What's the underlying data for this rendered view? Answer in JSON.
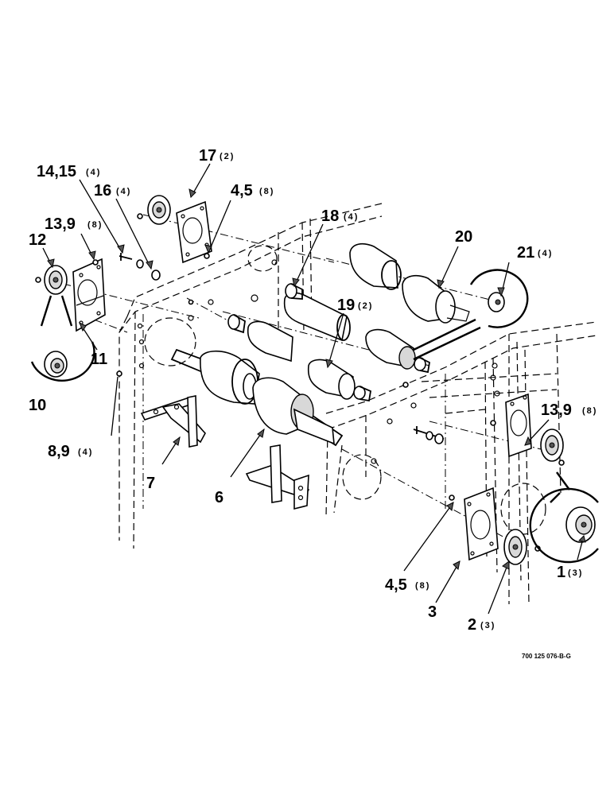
{
  "callouts": {
    "c17": {
      "number": "17",
      "qty": "(2)"
    },
    "c14_15": {
      "number": "14,15",
      "qty": "(4)"
    },
    "c16": {
      "number": "16",
      "qty": "(4)"
    },
    "c4_5_top": {
      "number": "4,5",
      "qty": "(8)"
    },
    "c13_9_left": {
      "number": "13,9",
      "qty": "(8)"
    },
    "c12": {
      "number": "12",
      "qty": ""
    },
    "c18": {
      "number": "18",
      "qty": "(4)"
    },
    "c20": {
      "number": "20",
      "qty": ""
    },
    "c21": {
      "number": "21",
      "qty": "(4)"
    },
    "c19": {
      "number": "19",
      "qty": "(2)"
    },
    "c11": {
      "number": "11",
      "qty": ""
    },
    "c10": {
      "number": "10",
      "qty": ""
    },
    "c8_9": {
      "number": "8,9",
      "qty": "(4)"
    },
    "c13_9_right": {
      "number": "13,9",
      "qty": "(8)"
    },
    "c7": {
      "number": "7",
      "qty": ""
    },
    "c6": {
      "number": "6",
      "qty": ""
    },
    "c4_5_bottom": {
      "number": "4,5",
      "qty": "(8)"
    },
    "c1": {
      "number": "1",
      "qty": "(3)"
    },
    "c3": {
      "number": "3",
      "qty": ""
    },
    "c2": {
      "number": "2",
      "qty": "(3)"
    }
  },
  "drawing_number": "700 125 076-B-G"
}
